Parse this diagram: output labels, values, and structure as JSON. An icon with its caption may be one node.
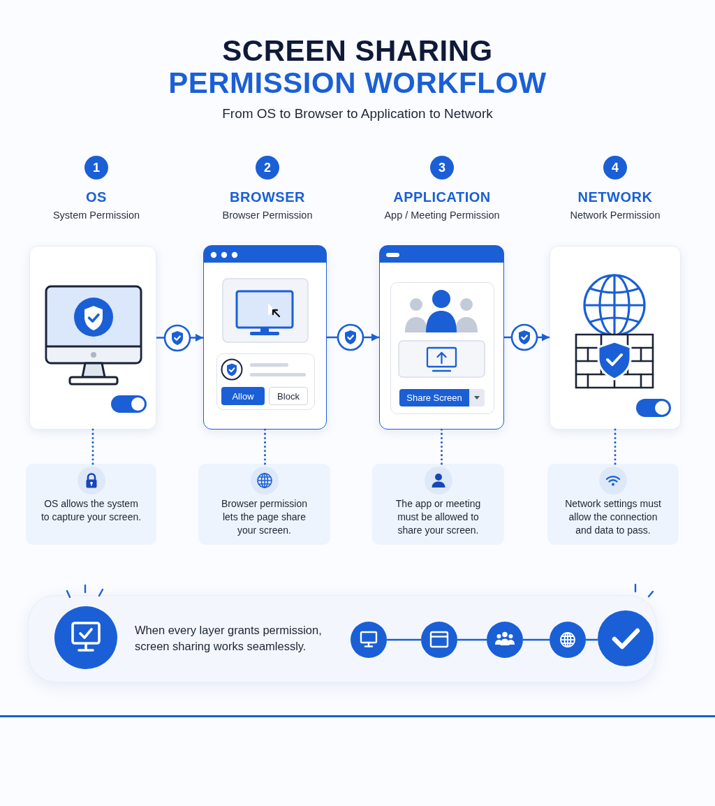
{
  "diagram": {
    "title": "SCREEN SHARING PERMISSION WORKFLOW",
    "nodes": [
      {
        "text": [
          "1"
        ],
        "beside": [
          "OS",
          "System Permission"
        ]
      },
      {
        "text": [],
        "shape": "box"
      },
      {
        "text": [
          "OS allows the system to capture your screen."
        ]
      },
      {
        "text": [
          "2"
        ],
        "beside": [
          "BROWSER",
          "Browser Permission"
        ]
      },
      {
        "text": [],
        "shape": "box"
      },
      {
        "text": [
          "Allow"
        ],
        "in": 4
      },
      {
        "text": [
          "Block"
        ],
        "in": 4
      },
      {
        "text": [
          "Browser permission lets the page share your screen."
        ]
      },
      {
        "text": [
          "3"
        ],
        "beside": [
          "APPLICATION",
          "App / Meeting Permission"
        ]
      },
      {
        "text": [],
        "shape": "box"
      },
      {
        "text": [
          "Share Screen"
        ],
        "in": 9
      },
      {
        "text": [
          "The app or meeting must be allowed to share your screen."
        ]
      },
      {
        "text": [
          "4"
        ],
        "beside": [
          "NETWORK",
          "Network Permission"
        ]
      },
      {
        "text": [],
        "shape": "box"
      },
      {
        "text": [
          "Network settings must allow the connection and data to pass."
        ]
      },
      {
        "text": [
          "When every layer grants permission, screen sharing works seamlessly."
        ]
      },
      {
        "text": [],
        "shape": "circle",
        "in": 15
      },
      {
        "text": [],
        "shape": "circle",
        "in": 15
      },
      {
        "text": [],
        "shape": "circle",
        "in": 15
      },
      {
        "text": [],
        "shape": "circle",
        "in": 15
      },
      {
        "text": [],
        "shape": "circle",
        "in": 15
      }
    ],
    "edges": [
      {
        "from": 1,
        "to": 4,
        "arrow": "to"
      },
      {
        "from": 4,
        "to": 9,
        "arrow": "to"
      },
      {
        "from": 9,
        "to": 13,
        "arrow": "to"
      },
      {
        "from": 1,
        "to": 2,
        "arrow": "none",
        "style": "dashed"
      },
      {
        "from": 4,
        "to": 7,
        "arrow": "none",
        "style": "dashed"
      },
      {
        "from": 9,
        "to": 11,
        "arrow": "none",
        "style": "dashed"
      },
      {
        "from": 13,
        "to": 14,
        "arrow": "none",
        "style": "dashed"
      },
      {
        "from": 16,
        "to": 17,
        "arrow": "none"
      },
      {
        "from": 17,
        "to": 18,
        "arrow": "none"
      },
      {
        "from": 18,
        "to": 19,
        "arrow": "none"
      },
      {
        "from": 19,
        "to": 20,
        "arrow": "none"
      }
    ],
    "labels": [
      "From OS to Browser to Application to Network"
    ]
  }
}
